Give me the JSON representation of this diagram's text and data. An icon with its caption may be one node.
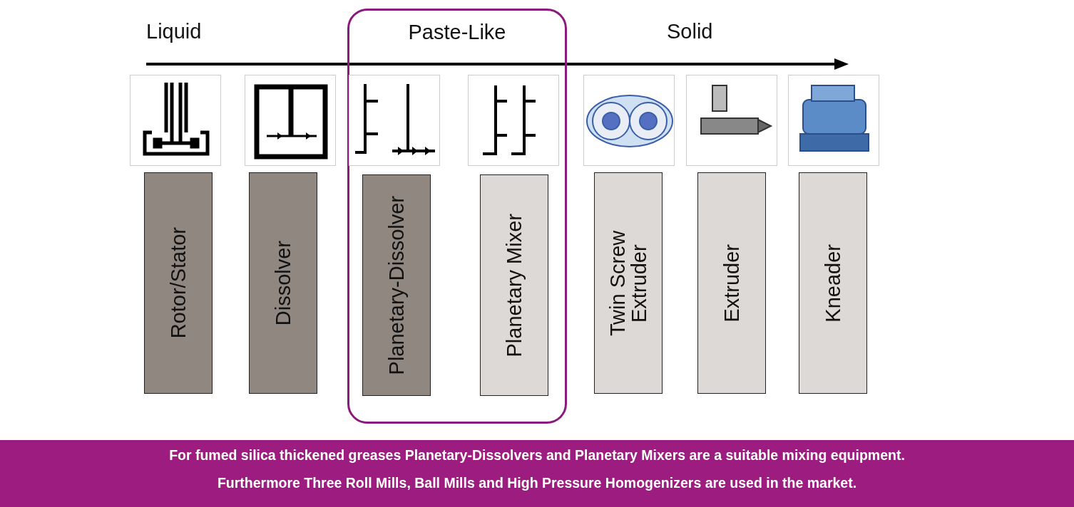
{
  "diagram": {
    "nodes": [
      {
        "text": [
          "Paste-Like"
        ]
      },
      {
        "text": [
          "Rotor/Stator"
        ]
      },
      {
        "text": [
          "Dissolver"
        ]
      },
      {
        "text": [
          "Planetary-Dissolver"
        ],
        "in": 0
      },
      {
        "text": [
          "Planetary Mixer"
        ],
        "in": 0
      },
      {
        "text": [
          "Twin Screw Extruder"
        ]
      },
      {
        "text": [
          "Extruder"
        ]
      },
      {
        "text": [
          "Kneader"
        ]
      }
    ],
    "edges": [],
    "labels": [
      "Liquid",
      "Solid",
      "For fumed silica thickened greases Planetary-Dissolvers and Planetary Mixers are a suitable mixing equipment.",
      "Furthermore Three Roll Mills, Ball Mills and High Pressure Homogenizers are used in the market."
    ]
  }
}
